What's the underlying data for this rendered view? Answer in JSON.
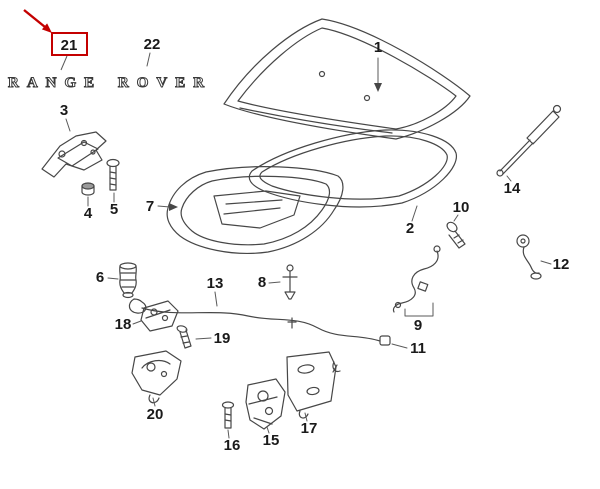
{
  "diagram": {
    "emblem": "RANGE ROVER",
    "highlight_color": "#c40000",
    "line_color": "#474747",
    "highlighted_part": "21",
    "part_labels": [
      "1",
      "2",
      "3",
      "4",
      "5",
      "6",
      "7",
      "8",
      "9",
      "10",
      "11",
      "12",
      "13",
      "14",
      "15",
      "16",
      "17",
      "18",
      "19",
      "20",
      "21",
      "22"
    ]
  }
}
